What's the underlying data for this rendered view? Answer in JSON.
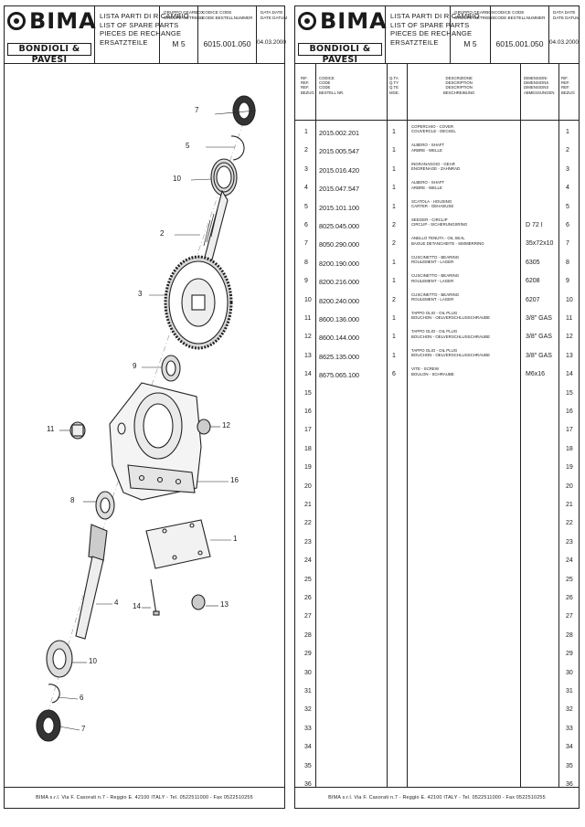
{
  "header": {
    "logo_word": "BIMA",
    "logo_tagline": "BONDIOLI & PAVESI",
    "title_lines": [
      "LISTA PARTI DI RICAMBIO",
      "LIST OF SPARE PARTS",
      "PIECES DE RECHANGE",
      "ERSATZTEILE"
    ],
    "group_label_1": "GRUPPO  GEARBOX",
    "group_label_2": "GROUPE  GETRIEBE",
    "group_value": "M 5",
    "code_label_1": "CODICE  CODE",
    "code_label_2": "CODE  BESTELLNUMMER",
    "code_value": "6015.001.050",
    "date_label_1": "DATA  DATE",
    "date_label_2": "DATE  DATUM",
    "date_value": "04.03.2000"
  },
  "footer": "BIMA s.r.l. Via F. Casorati n.7  -  Reggio E. 42100 ITALY  -  Tel. 0522511000  -  Fax 0522510255",
  "drawing": {
    "callouts": [
      "7",
      "5",
      "10",
      "2",
      "3",
      "9",
      "11",
      "12",
      "16",
      "8",
      "1",
      "4",
      "14",
      "13",
      "10",
      "6",
      "7"
    ]
  },
  "table": {
    "col_headers": {
      "ref": [
        "RIF.",
        "REF.",
        "REF.",
        "BEZUG"
      ],
      "code": [
        "CODICE",
        "CODE",
        "CODE",
        "BESTELL NR."
      ],
      "qty": [
        "Q.TA",
        "Q.TY",
        "Q.TE",
        "MGE."
      ],
      "desc": [
        "DESCRIZIONE",
        "DESCRIPTION",
        "DESCRIPTION",
        "BESCHREIBUNG"
      ],
      "dim": [
        "DIMENSIONI",
        "DIMENSIONS",
        "DIMENSIONS",
        "ABMESSUNGEN"
      ],
      "ref2": [
        "RIF.",
        "REF.",
        "REF.",
        "BEZUG"
      ]
    },
    "rows": [
      {
        "ref": "1",
        "code": "2015.002.201",
        "qty": "1",
        "desc": [
          "COPERCHIO - COVER",
          "COUVERCLE - DECKEL"
        ],
        "dim": "",
        "ref2": "1"
      },
      {
        "ref": "2",
        "code": "2015.005.547",
        "qty": "1",
        "desc": [
          "ALBERO - SHAFT",
          "ARBRE - WELLE"
        ],
        "dim": "",
        "ref2": "2"
      },
      {
        "ref": "3",
        "code": "2015.016.420",
        "qty": "1",
        "desc": [
          "INGRANAGGIO - GEAR",
          "ENGRENAGE - ZAHNRAD"
        ],
        "dim": "",
        "ref2": "3"
      },
      {
        "ref": "4",
        "code": "2015.047.547",
        "qty": "1",
        "desc": [
          "ALBERO - SHAFT",
          "ARBRE - WELLE"
        ],
        "dim": "",
        "ref2": "4"
      },
      {
        "ref": "5",
        "code": "2015.101.100",
        "qty": "1",
        "desc": [
          "SCATOLA - HOUSING",
          "CARTER - GEHAEUSE"
        ],
        "dim": "",
        "ref2": "5"
      },
      {
        "ref": "6",
        "code": "8025.045.000",
        "qty": "2",
        "desc": [
          "SEEGER - CIRCLIP",
          "CIRCLIP - SICHERUNGSRING"
        ],
        "dim": "D 72 I",
        "ref2": "6"
      },
      {
        "ref": "7",
        "code": "8050.290.000",
        "qty": "2",
        "desc": [
          "ANELLO TENUTA - OIL SEAL",
          "BAGUE DETANCHEITE - SIMMERRING"
        ],
        "dim": "35x72x10",
        "ref2": "7"
      },
      {
        "ref": "8",
        "code": "8200.190.000",
        "qty": "1",
        "desc": [
          "CUSCINETTO - BEARING",
          "ROULEMENT - LAGER"
        ],
        "dim": "6305",
        "ref2": "8"
      },
      {
        "ref": "9",
        "code": "8200.216.000",
        "qty": "1",
        "desc": [
          "CUSCINETTO - BEARING",
          "ROULEMENT - LAGER"
        ],
        "dim": "6208",
        "ref2": "9"
      },
      {
        "ref": "10",
        "code": "8200.240.000",
        "qty": "2",
        "desc": [
          "CUSCINETTO - BEARING",
          "ROULEMENT - LAGER"
        ],
        "dim": "6207",
        "ref2": "10"
      },
      {
        "ref": "11",
        "code": "8600.136.000",
        "qty": "1",
        "desc": [
          "TAPPO OLIO - OIL PLUG",
          "BOUCHON - OELVERSCHLUSSCHRAUBE"
        ],
        "dim": "3/8\" GAS",
        "ref2": "11"
      },
      {
        "ref": "12",
        "code": "8600.144.000",
        "qty": "1",
        "desc": [
          "TAPPO OLIO - OIL PLUG",
          "BOUCHON - OELVERSCHLUSSCHRAUBE"
        ],
        "dim": "3/8\" GAS",
        "ref2": "12"
      },
      {
        "ref": "13",
        "code": "8625.135.000",
        "qty": "1",
        "desc": [
          "TAPPO OLIO - OIL PLUG",
          "BOUCHON - OELVERSCHLUSSCHRAUBE"
        ],
        "dim": "3/8\" GAS",
        "ref2": "13"
      },
      {
        "ref": "14",
        "code": "8675.065.100",
        "qty": "6",
        "desc": [
          "VITE - SCREW",
          "BOULON - SCHRAUBE"
        ],
        "dim": "M6x16",
        "ref2": "14"
      },
      {
        "ref": "15",
        "code": "",
        "qty": "",
        "desc": [
          "",
          ""
        ],
        "dim": "",
        "ref2": "15"
      },
      {
        "ref": "16",
        "code": "",
        "qty": "",
        "desc": [
          "",
          ""
        ],
        "dim": "",
        "ref2": "16"
      },
      {
        "ref": "17",
        "code": "",
        "qty": "",
        "desc": [
          "",
          ""
        ],
        "dim": "",
        "ref2": "17"
      },
      {
        "ref": "18",
        "code": "",
        "qty": "",
        "desc": [
          "",
          ""
        ],
        "dim": "",
        "ref2": "18"
      },
      {
        "ref": "19",
        "code": "",
        "qty": "",
        "desc": [
          "",
          ""
        ],
        "dim": "",
        "ref2": "19"
      },
      {
        "ref": "20",
        "code": "",
        "qty": "",
        "desc": [
          "",
          ""
        ],
        "dim": "",
        "ref2": "20"
      },
      {
        "ref": "21",
        "code": "",
        "qty": "",
        "desc": [
          "",
          ""
        ],
        "dim": "",
        "ref2": "21"
      },
      {
        "ref": "22",
        "code": "",
        "qty": "",
        "desc": [
          "",
          ""
        ],
        "dim": "",
        "ref2": "22"
      },
      {
        "ref": "23",
        "code": "",
        "qty": "",
        "desc": [
          "",
          ""
        ],
        "dim": "",
        "ref2": "23"
      },
      {
        "ref": "24",
        "code": "",
        "qty": "",
        "desc": [
          "",
          ""
        ],
        "dim": "",
        "ref2": "24"
      },
      {
        "ref": "25",
        "code": "",
        "qty": "",
        "desc": [
          "",
          ""
        ],
        "dim": "",
        "ref2": "25"
      },
      {
        "ref": "26",
        "code": "",
        "qty": "",
        "desc": [
          "",
          ""
        ],
        "dim": "",
        "ref2": "26"
      },
      {
        "ref": "27",
        "code": "",
        "qty": "",
        "desc": [
          "",
          ""
        ],
        "dim": "",
        "ref2": "27"
      },
      {
        "ref": "28",
        "code": "",
        "qty": "",
        "desc": [
          "",
          ""
        ],
        "dim": "",
        "ref2": "28"
      },
      {
        "ref": "29",
        "code": "",
        "qty": "",
        "desc": [
          "",
          ""
        ],
        "dim": "",
        "ref2": "29"
      },
      {
        "ref": "30",
        "code": "",
        "qty": "",
        "desc": [
          "",
          ""
        ],
        "dim": "",
        "ref2": "30"
      },
      {
        "ref": "31",
        "code": "",
        "qty": "",
        "desc": [
          "",
          ""
        ],
        "dim": "",
        "ref2": "31"
      },
      {
        "ref": "32",
        "code": "",
        "qty": "",
        "desc": [
          "",
          ""
        ],
        "dim": "",
        "ref2": "32"
      },
      {
        "ref": "33",
        "code": "",
        "qty": "",
        "desc": [
          "",
          ""
        ],
        "dim": "",
        "ref2": "33"
      },
      {
        "ref": "34",
        "code": "",
        "qty": "",
        "desc": [
          "",
          ""
        ],
        "dim": "",
        "ref2": "34"
      },
      {
        "ref": "35",
        "code": "",
        "qty": "",
        "desc": [
          "",
          ""
        ],
        "dim": "",
        "ref2": "35"
      },
      {
        "ref": "36",
        "code": "",
        "qty": "",
        "desc": [
          "",
          ""
        ],
        "dim": "",
        "ref2": "36"
      }
    ]
  }
}
